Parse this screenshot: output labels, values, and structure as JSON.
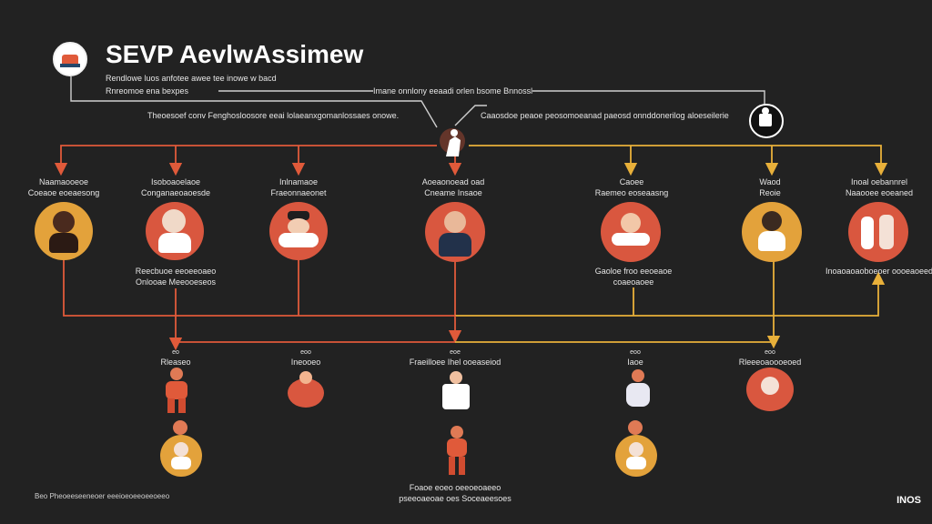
{
  "header": {
    "title": "SEVP AevlwAssimew",
    "subtitle_1": "Rendlowe luos anfotee awee tee inowe w bacd",
    "subtitle_2": "Rnreomoe ena bexpes",
    "note_left": "Theoesoef conv Fenghosloosore eeai lolaeanxgomanlossaes onowe.",
    "note_mid": "Imane onnlony eeaadi orlen bsome Bnnossl",
    "note_right": "Caaosdoe peaoe peosomoeanad paeosd onnddonerilog aloeseilerie"
  },
  "colors": {
    "background": "#222222",
    "red_line": "#e05a3a",
    "orange_line": "#eba53a",
    "gold_line": "#e8b03a",
    "red_node": "#d9573f",
    "gold_node": "#e3a23b"
  },
  "top_nodes": [
    {
      "line1": "Naamaooeoe",
      "line2": "Coeaoe eoeaesong",
      "color": "gold"
    },
    {
      "line1": "Isoboaoelaoe",
      "line2": "Conganaeoaoesde",
      "color": "red"
    },
    {
      "line1": "Inlnamaoe",
      "line2": "Fraeonnaeonet",
      "color": "red"
    },
    {
      "line1": "Aoeaonoead oad",
      "line2": "Cneame Insaoe",
      "color": "red"
    },
    {
      "line1": "Caoee",
      "line2": "Raemeo eoseaasng",
      "color": "red"
    },
    {
      "line1": "Waod",
      "line2": "Reoie",
      "color": "gold"
    },
    {
      "line1": "Inoal oebannrel",
      "line2": "Naaooee eoeaned",
      "color": "red"
    }
  ],
  "mid_notes": [
    {
      "line1": "Reecbuoe eeoeeoaeo",
      "line2": "Onlooae Meeooeseos"
    },
    {
      "line1": "Gaoloe froo eeoeaoe",
      "line2": "coaeoaoee"
    },
    {
      "line1": "Inoaoaoaoboeoer oooeaoeed"
    }
  ],
  "bottom_nodes": [
    {
      "tag": "eo",
      "label": "Rleaseo"
    },
    {
      "tag": "eoo",
      "label": "Ineooeo"
    },
    {
      "tag": "eoe",
      "label": "Fraeilloee Ihel ooeaseiod"
    },
    {
      "tag": "eoo",
      "label": "Iaoe"
    },
    {
      "tag": "eoo",
      "label": "Rleeeoaoooeoed"
    }
  ],
  "bottom_caption": {
    "line1": "Foaoe eoeo oeeoeoaeeo",
    "line2": "pseeoaeoae oes Soceaeesoes"
  },
  "footer": "Beo Pheoeeseeneoer eeeioeoeeoeeoeeo",
  "corner": "INOS"
}
